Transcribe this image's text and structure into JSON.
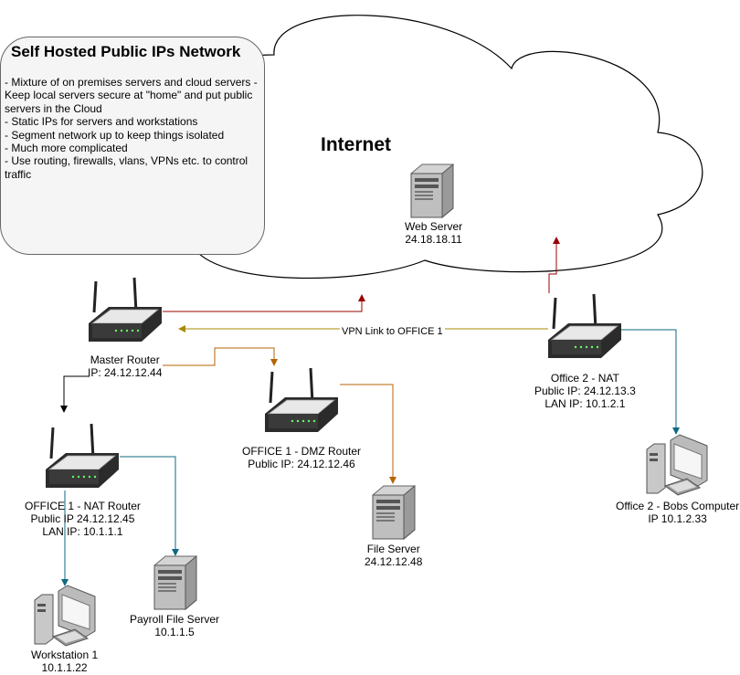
{
  "note": {
    "title": "Self Hosted Public IPs Network",
    "lines": [
      "- Mixture of on premises servers and cloud servers -",
      " Keep local servers secure at \"home\" and put public servers in the Cloud",
      "- Static IPs for servers and workstations",
      "- Segment network up to keep things isolated",
      "- Much more complicated",
      "- Use routing, firewalls, vlans, VPNs etc. to control traffic"
    ]
  },
  "cloud": {
    "title": "Internet"
  },
  "web_server": {
    "name": "Web Server",
    "ip": "24.18.18.11"
  },
  "vpn_link": {
    "label": "VPN Link to OFFICE 1"
  },
  "master_router": {
    "name": "Master Router",
    "ip": "IP: 24.12.12.44"
  },
  "office2_nat": {
    "name": "Office 2 - NAT",
    "public_ip": "Public IP: 24.12.13.3",
    "lan_ip": "LAN IP: 10.1.2.1"
  },
  "office1_dmz": {
    "name": "OFFICE 1 - DMZ Router",
    "public_ip": "Public IP: 24.12.12.46"
  },
  "office1_nat": {
    "name": "OFFICE 1 - NAT Router",
    "public_ip": "Public IP 24.12.12.45",
    "lan_ip": "LAN IP: 10.1.1.1"
  },
  "file_server": {
    "name": "File Server",
    "ip": "24.12.12.48"
  },
  "payroll_server": {
    "name": "Payroll File Server",
    "ip": "10.1.1.5"
  },
  "workstation1": {
    "name": "Workstation 1",
    "ip": "10.1.1.22"
  },
  "bobs_computer": {
    "name": "Office 2 - Bobs Computer",
    "ip": "IP 10.1.2.33"
  },
  "colors": {
    "red": "#990000",
    "orange": "#b46504",
    "teal": "#0e6a82",
    "olive": "#a88a00",
    "black": "#000000"
  }
}
